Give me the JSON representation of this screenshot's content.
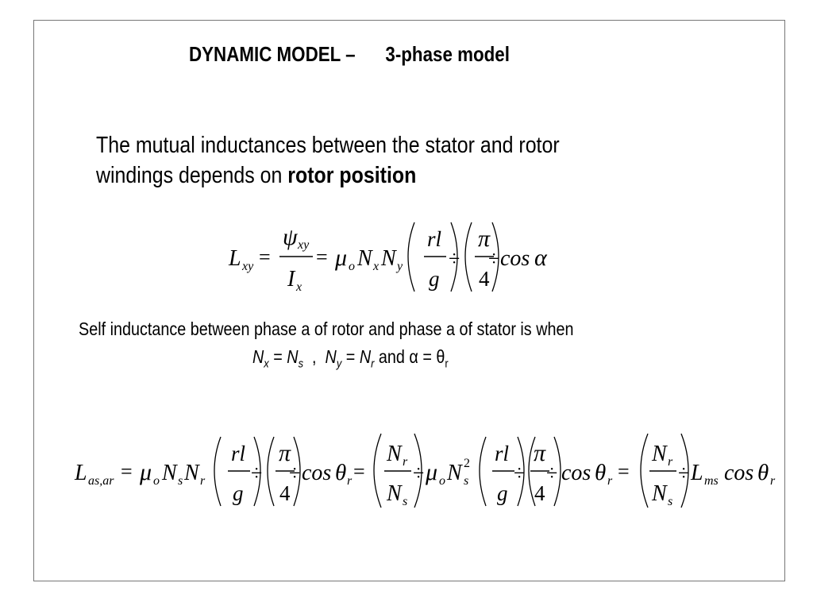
{
  "title": {
    "left": "DYNAMIC MODEL –",
    "right": "3-phase model"
  },
  "intro": {
    "line1": "The mutual inductances between the stator and rotor",
    "line2_plain": "windings depends on ",
    "line2_bold": "rotor position"
  },
  "self_inductance": {
    "sentence": "Self inductance between phase a of rotor and phase a of stator is when",
    "cond_nx": "N",
    "cond_nx_sub": "x",
    "cond_eq1": " = ",
    "cond_ns": "N",
    "cond_ns_sub": "s",
    "cond_sep": "  ,  ",
    "cond_ny": "N",
    "cond_ny_sub": "y",
    "cond_eq2": " = ",
    "cond_nr": "N",
    "cond_nr_sub": "r",
    "cond_and": " and α  = θ",
    "cond_theta_sub": "r"
  },
  "equation1": {
    "label": "L_xy = ψ_xy / I_x = μ_o N_x N_y (rl/g)(π/4) cos α"
  },
  "equation2": {
    "label": "L_as,ar = μ_o N_s N_r (rl/g)(π/4) cos θ_r = (N_r/N_s) μ_o N_s² (rl/g)(π/4) cos θ_r = (N_r/N_s) L_ms cos θ_r"
  }
}
